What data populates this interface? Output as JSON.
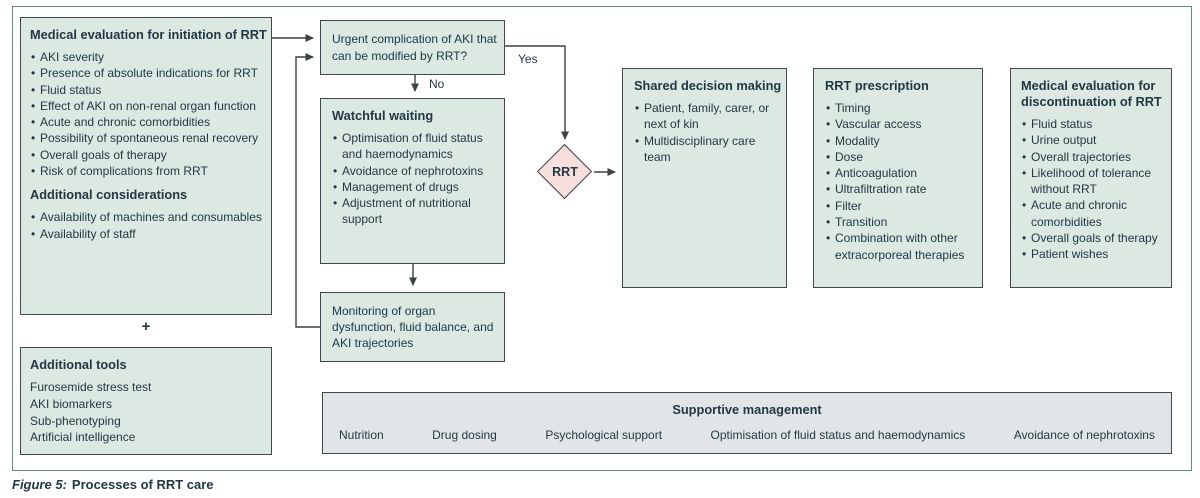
{
  "caption": {
    "label": "Figure 5:",
    "text": "Processes of RRT care"
  },
  "connectors": {
    "yes_label": "Yes",
    "no_label": "No",
    "plus_sign": "+"
  },
  "boxes": {
    "initiation": {
      "title": "Medical evaluation for initiation of RRT",
      "items": [
        "AKI severity",
        "Presence of absolute indications for RRT",
        "Fluid status",
        "Effect of AKI on non-renal organ function",
        "Acute and chronic comorbidities",
        "Possibility of spontaneous renal recovery",
        "Overall goals of therapy",
        "Risk of complications from RRT"
      ],
      "subtitle": "Additional considerations",
      "sub_items": [
        "Availability of machines and consumables",
        "Availability of staff"
      ]
    },
    "additional_tools": {
      "title": "Additional tools",
      "items": [
        "Furosemide stress test",
        "AKI biomarkers",
        "Sub-phenotyping",
        "Artificial intelligence"
      ]
    },
    "urgent_question": {
      "text": "Urgent complication of AKI that can be modified by RRT?"
    },
    "watchful_waiting": {
      "title": "Watchful waiting",
      "items": [
        "Optimisation of fluid status and haemodynamics",
        "Avoidance of nephrotoxins",
        "Management of drugs",
        "Adjustment of nutritional support"
      ]
    },
    "monitoring": {
      "text": "Monitoring of organ dysfunction, fluid balance, and AKI trajectories"
    },
    "rrt_decision": {
      "label": "RRT"
    },
    "shared_decision": {
      "title": "Shared decision making",
      "items": [
        "Patient, family, carer, or next of kin",
        "Multidisciplinary care team"
      ]
    },
    "rrt_prescription": {
      "title": "RRT prescription",
      "items": [
        "Timing",
        "Vascular access",
        "Modality",
        "Dose",
        "Anticoagulation",
        "Ultrafiltration rate",
        "Filter",
        "Transition",
        "Combination with other extracorporeal therapies"
      ]
    },
    "discontinuation": {
      "title": "Medical evaluation for discontinuation of RRT",
      "items": [
        "Fluid status",
        "Urine output",
        "Overall trajectories",
        "Likelihood of tolerance without RRT",
        "Acute and chronic comorbidities",
        "Overall goals of therapy",
        "Patient wishes"
      ]
    },
    "supportive": {
      "title": "Supportive management",
      "items": [
        "Nutrition",
        "Drug dosing",
        "Psychological support",
        "Optimisation of fluid status and haemodynamics",
        "Avoidance of nephrotoxins"
      ]
    }
  },
  "colors": {
    "box_green": "#dce8e2",
    "box_pink": "#f7dfdc",
    "box_gray": "#e2e5e7",
    "border_dark": "#43484c",
    "frame_teal": "#5f8d80",
    "text": "#223843",
    "arrow": "#3c4246"
  }
}
